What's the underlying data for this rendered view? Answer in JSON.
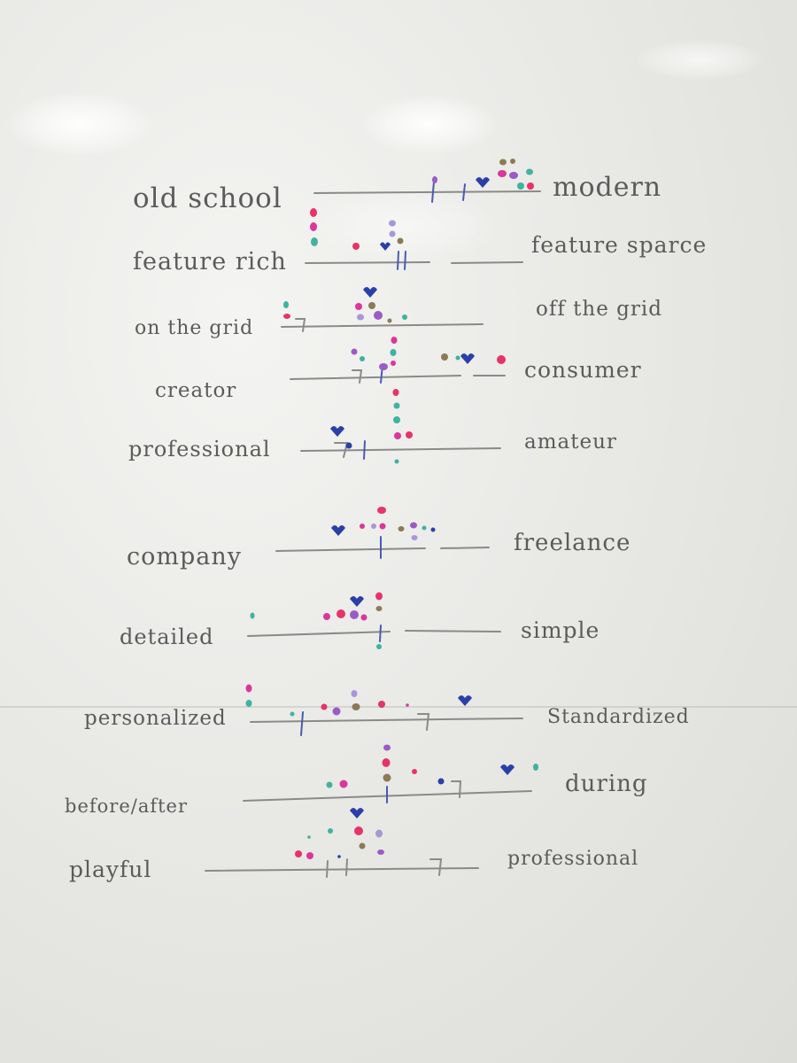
{
  "image": {
    "subject": "whiteboard",
    "board_color": "#ececea",
    "marker_color": "#5b5b5b"
  },
  "rows": [
    {
      "left": "old school",
      "right": "modern"
    },
    {
      "left": "feature rich",
      "right": "feature sparce"
    },
    {
      "left": "on the grid",
      "right": "off the grid"
    },
    {
      "left": "creator",
      "right": "consumer"
    },
    {
      "left": "professional",
      "right": "amateur"
    },
    {
      "left": "company",
      "right": "freelance"
    },
    {
      "left": "detailed",
      "right": "simple"
    },
    {
      "left": "personalized",
      "right": "Standardized"
    },
    {
      "left": "before/after",
      "right": "during"
    },
    {
      "left": "playful",
      "right": "professional"
    }
  ],
  "dot_colors": {
    "pink": "#e6336b",
    "magenta": "#d9379a",
    "purple": "#9a5cc4",
    "lavender": "#a797d6",
    "teal": "#3fb39e",
    "navy": "#2a3fa8",
    "olive": "#8c7a55"
  },
  "dot_icon": "heart-icon"
}
